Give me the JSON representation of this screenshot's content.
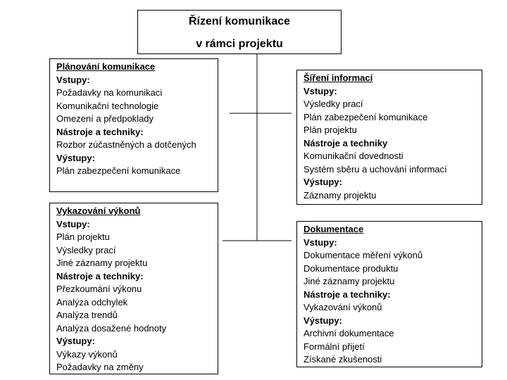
{
  "root": {
    "line1": "Řízení komunikace",
    "line2": "v rámci projektu"
  },
  "nodes": [
    {
      "title": "Plánování komunikace",
      "sections": [
        {
          "heading": "Vstupy:",
          "items": [
            "Požadavky na komunikaci",
            "Komunikační technologie",
            "Omezení a předpoklady"
          ]
        },
        {
          "heading": "Nástroje a techniky:",
          "items": [
            "Rozbor zúčastněných a dotčených"
          ]
        },
        {
          "heading": "Výstupy:",
          "items": [
            "Plán zabezpečení komunikace"
          ]
        }
      ]
    },
    {
      "title": "Šíření informací",
      "sections": [
        {
          "heading": "Vstupy:",
          "items": [
            "Výsledky prací",
            "Plán zabezpečení komunikace",
            "Plán projektu"
          ]
        },
        {
          "heading": "Nástroje a techniky",
          "items": [
            "Komunikační dovednosti",
            "Systém sběru a uchování informací"
          ]
        },
        {
          "heading": "Výstupy:",
          "items": [
            "Záznamy projektu"
          ]
        }
      ]
    },
    {
      "title": "Vykazování výkonů",
      "sections": [
        {
          "heading": "Vstupy:",
          "items": [
            "Plán projektu",
            "Výsledky prací",
            "Jiné záznamy projektu"
          ]
        },
        {
          "heading": "Nástroje a techniky:",
          "items": [
            "Přezkoumání výkonu",
            "Analýza odchylek",
            "Analýza trendů",
            "Analýza dosažené hodnoty"
          ]
        },
        {
          "heading": "Výstupy:",
          "items": [
            "Výkazy výkonů",
            "Požadavky na změny"
          ]
        }
      ]
    },
    {
      "title": "Dokumentace",
      "sections": [
        {
          "heading": "Vstupy:",
          "items": [
            "Dokumentace měření výkonů",
            "Dokumentace produktu",
            "Jiné záznamy projektu"
          ]
        },
        {
          "heading": "Nástroje a techniky:",
          "items": [
            "Vykazování výkonů"
          ]
        },
        {
          "heading": "Výstupy:",
          "items": [
            "Archivní dokumentace",
            "Formální přijetí",
            "Získané zkušenosti"
          ]
        }
      ]
    }
  ]
}
